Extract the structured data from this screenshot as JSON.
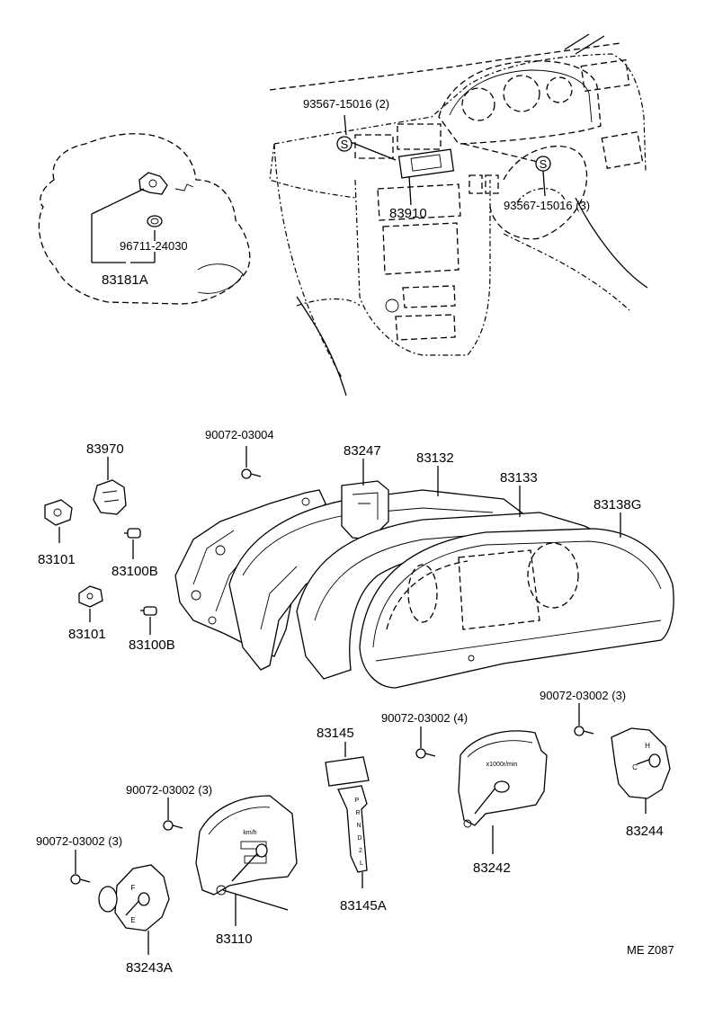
{
  "labels": {
    "screw_dash_top": "93567-15016 (2)",
    "screw_dash_right": "93567-15016 (3)",
    "clock": "83910",
    "sensor": "83181A",
    "sensor_oring": "96711-24030",
    "screw_case": "90072-03004",
    "socket_a": "83970",
    "bracket": "83247",
    "case_rear": "83132",
    "glass": "83133",
    "lens_cover": "83138G",
    "socket_b1": "83101",
    "bulb_b1": "83100B",
    "socket_b2": "83101",
    "bulb_b2": "83100B",
    "indicator_plate": "83145",
    "screw_tacho": "90072-03002 (4)",
    "screw_temp": "90072-03002 (3)",
    "screw_speedo": "90072-03002 (3)",
    "screw_fuel": "90072-03002 (3)",
    "shift_plate": "83145A",
    "tachometer": "83242",
    "temp_gauge": "83244",
    "speedometer": "83110",
    "fuel_gauge": "83243A",
    "diagram_code": "ME Z087"
  },
  "symbols": {
    "screw_marker": "S"
  },
  "gauge_text": {
    "speedo_unit": "km/h",
    "tacho_unit": "x1000r/min",
    "fuel_full": "F",
    "fuel_empty": "E",
    "temp_hot": "H",
    "temp_cold": "C",
    "shift_positions": [
      "P",
      "R",
      "N",
      "D",
      "2",
      "L"
    ]
  }
}
